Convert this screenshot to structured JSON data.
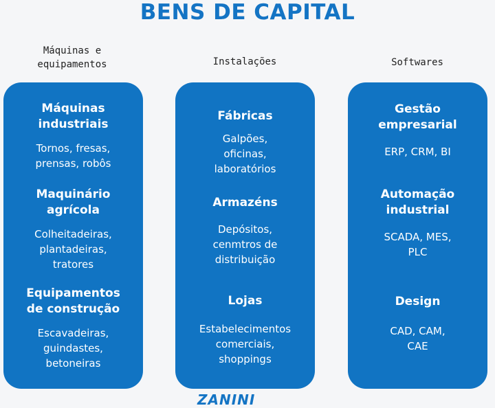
{
  "title": "BENS DE CAPITAL",
  "columns": [
    {
      "header": "Máquinas e\nequipamentos",
      "groups": [
        {
          "heading": "Máquinas\nindustriais",
          "body": "Tornos, fresas,\nprensas, robôs"
        },
        {
          "heading": "Maquinário\nagrícola",
          "body": "Colheitadeiras,\nplantadeiras,\ntratores"
        },
        {
          "heading": "Equipamentos\nde construção",
          "body": "Escavadeiras,\nguindastes,\nbetoneiras"
        }
      ]
    },
    {
      "header": "Instalações",
      "groups": [
        {
          "heading": "Fábricas",
          "body": "Galpões,\noficinas,\nlaboratórios"
        },
        {
          "heading": "Armazéns",
          "body": "Depósitos,\ncenmtros de\ndistribuição"
        },
        {
          "heading": "Lojas",
          "body": "Estabelecimentos\ncomerciais,\nshoppings"
        }
      ]
    },
    {
      "header": "Softwares",
      "groups": [
        {
          "heading": "Gestão\nempresarial",
          "body": "ERP, CRM, BI"
        },
        {
          "heading": "Automação\nindustrial",
          "body": "SCADA, MES,\nPLC"
        },
        {
          "heading": "Design",
          "body": "CAD, CAM,\nCAE"
        }
      ]
    }
  ],
  "logo_text": "ZANINI",
  "colors": {
    "accent": "#1174c3",
    "background": "#f5f6f8",
    "card_text": "#ffffff"
  }
}
